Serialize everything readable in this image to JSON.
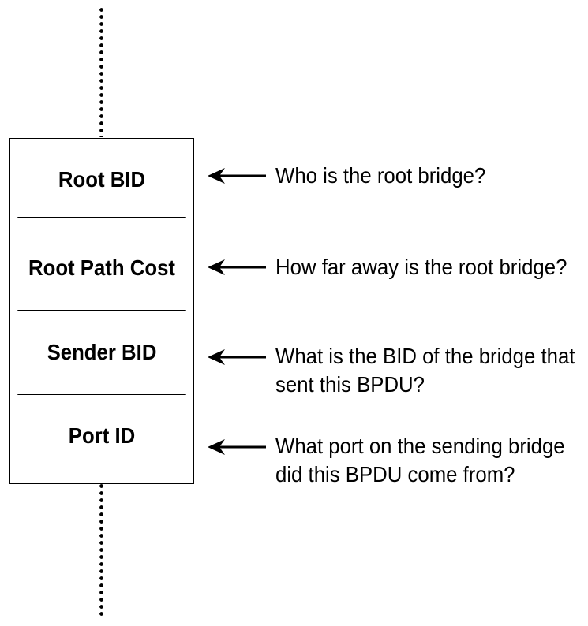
{
  "fields": [
    {
      "label": "Root BID",
      "description": [
        "Who is the root bridge?"
      ]
    },
    {
      "label": "Root Path Cost",
      "description": [
        "How far away is the root bridge?"
      ]
    },
    {
      "label": "Sender BID",
      "description": [
        "What is the BID of the bridge that",
        "sent this BPDU?"
      ]
    },
    {
      "label": "Port ID",
      "description": [
        "What port on the sending bridge",
        "did this BPDU come from?"
      ]
    }
  ],
  "colors": {
    "line": "#000000",
    "background": "#ffffff"
  }
}
